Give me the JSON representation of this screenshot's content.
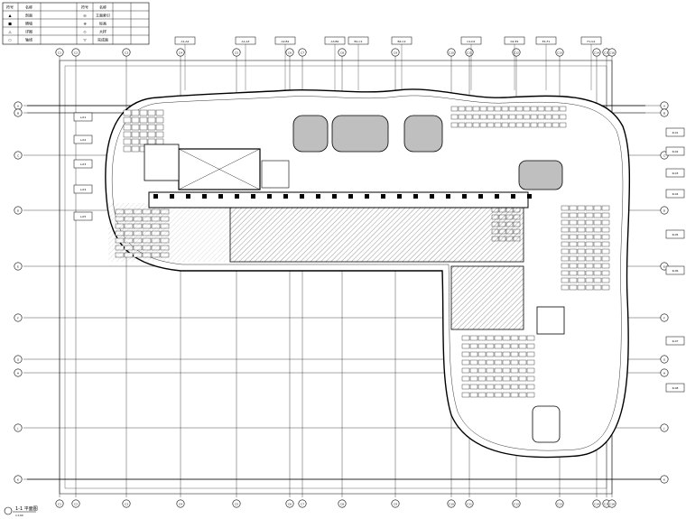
{
  "drawing": {
    "title": "1-1 平面图",
    "scale": "1:100"
  },
  "grid": {
    "columns": [
      "C1",
      "C2",
      "C3",
      "C4",
      "C5",
      "C6",
      "C7",
      "C8",
      "C9",
      "C10",
      "C11",
      "C12",
      "C13",
      "C14",
      "C15",
      "C16"
    ],
    "rows": [
      "A",
      "B",
      "C",
      "D",
      "E",
      "F",
      "G",
      "H",
      "J",
      "K"
    ]
  },
  "legend": {
    "rows": [
      [
        "符号",
        "名称",
        "符号",
        "名称"
      ],
      [
        "▲",
        "剖面",
        "◎",
        "立面索引"
      ],
      [
        "■",
        "隔墙",
        "⊕",
        "标高"
      ],
      [
        "△",
        "详图",
        "◇",
        "大样"
      ],
      [
        "○",
        "轴线",
        "▽",
        "完成面"
      ]
    ]
  },
  "callout_labels": {
    "top": [
      "A1-A2",
      "A1-A3",
      "A2-B1",
      "A3-B2",
      "B1-C1",
      "B2-C2",
      "C1-D1",
      "D2-E1",
      "E1-F1",
      "F1-G1"
    ],
    "left": [
      "L-01",
      "L-02",
      "L-03",
      "L-04",
      "L-05"
    ],
    "right": [
      "R-01",
      "R-02",
      "R-03",
      "R-04",
      "R-05",
      "R-06",
      "R-07",
      "R-08"
    ]
  }
}
